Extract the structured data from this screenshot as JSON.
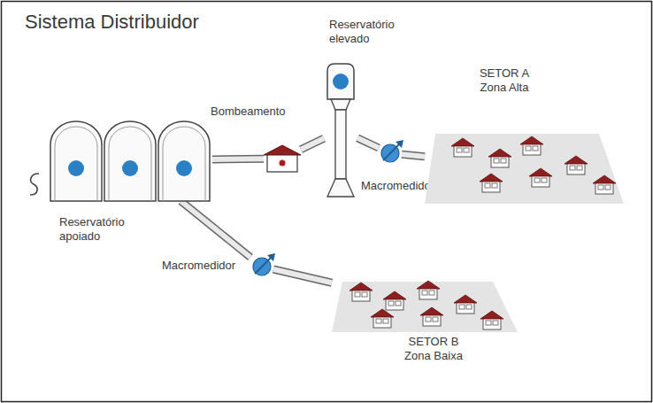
{
  "diagram": {
    "title": "Sistema Distribuidor",
    "nodes": [
      {
        "text": [
          "Reservatório apoiado"
        ]
      },
      {
        "text": [
          "Bombeamento"
        ]
      },
      {
        "text": [
          "Reservatório elevado"
        ]
      },
      {
        "text": [
          "Macromedidor"
        ]
      },
      {
        "text": [
          "SETOR A",
          "Zona Alta"
        ]
      },
      {
        "text": [
          "Macromedidor"
        ]
      },
      {
        "text": [
          "SETOR B",
          "Zona Baixa"
        ]
      }
    ],
    "edges": [
      {
        "from": 0,
        "to": 1,
        "arrow": "none"
      },
      {
        "from": 1,
        "to": 2,
        "arrow": "none"
      },
      {
        "from": 2,
        "to": 3,
        "arrow": "none"
      },
      {
        "from": 3,
        "to": 4,
        "arrow": "none"
      },
      {
        "from": 0,
        "to": 5,
        "arrow": "none"
      },
      {
        "from": 5,
        "to": 6,
        "arrow": "none"
      }
    ]
  }
}
